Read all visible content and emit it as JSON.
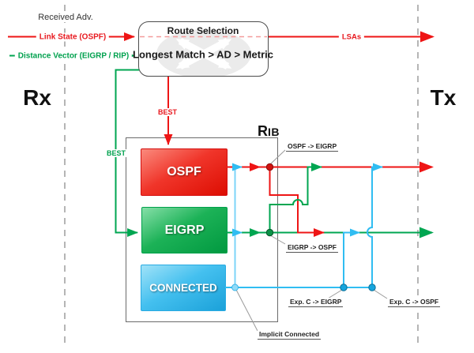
{
  "header": {
    "received_adv": "Received Adv."
  },
  "inputs": {
    "link_state": "Link State (OSPF)",
    "distance_vector": "Distance Vector (EIGRP / RIP)"
  },
  "sides": {
    "rx": "Rx",
    "tx": "Tx"
  },
  "route_selection": {
    "title": "Route Selection",
    "rule": "Longest Match > AD > Metric"
  },
  "flows": {
    "lsas": "LSAs",
    "best_ospf": "BEST",
    "best_eigrp": "BEST"
  },
  "rib": {
    "label_initial": "R",
    "label_rest": "IB"
  },
  "protocols": {
    "ospf": "OSPF",
    "eigrp": "EIGRP",
    "connected": "CONNECTED"
  },
  "redistribution": {
    "ospf_to_eigrp": "OSPF -> EIGRP",
    "eigrp_to_ospf": "EIGRP -> OSPF",
    "exp_c_to_eigrp": "Exp. C -> EIGRP",
    "exp_c_to_ospf": "Exp. C -> OSPF",
    "implicit_connected": "Implicit Connected"
  },
  "colors": {
    "flow_red": "#ee1515",
    "flow_green": "#00a651",
    "flow_cyan": "#30bdf2",
    "flow_cyan_light": "#7dd4f8",
    "dashed_gray": "#b5b5b5",
    "callout_gray": "#9a9a9a",
    "ospf_box": "#ee2012",
    "eigrp_box": "#17b054",
    "connected_box": "#2fb7ea"
  }
}
